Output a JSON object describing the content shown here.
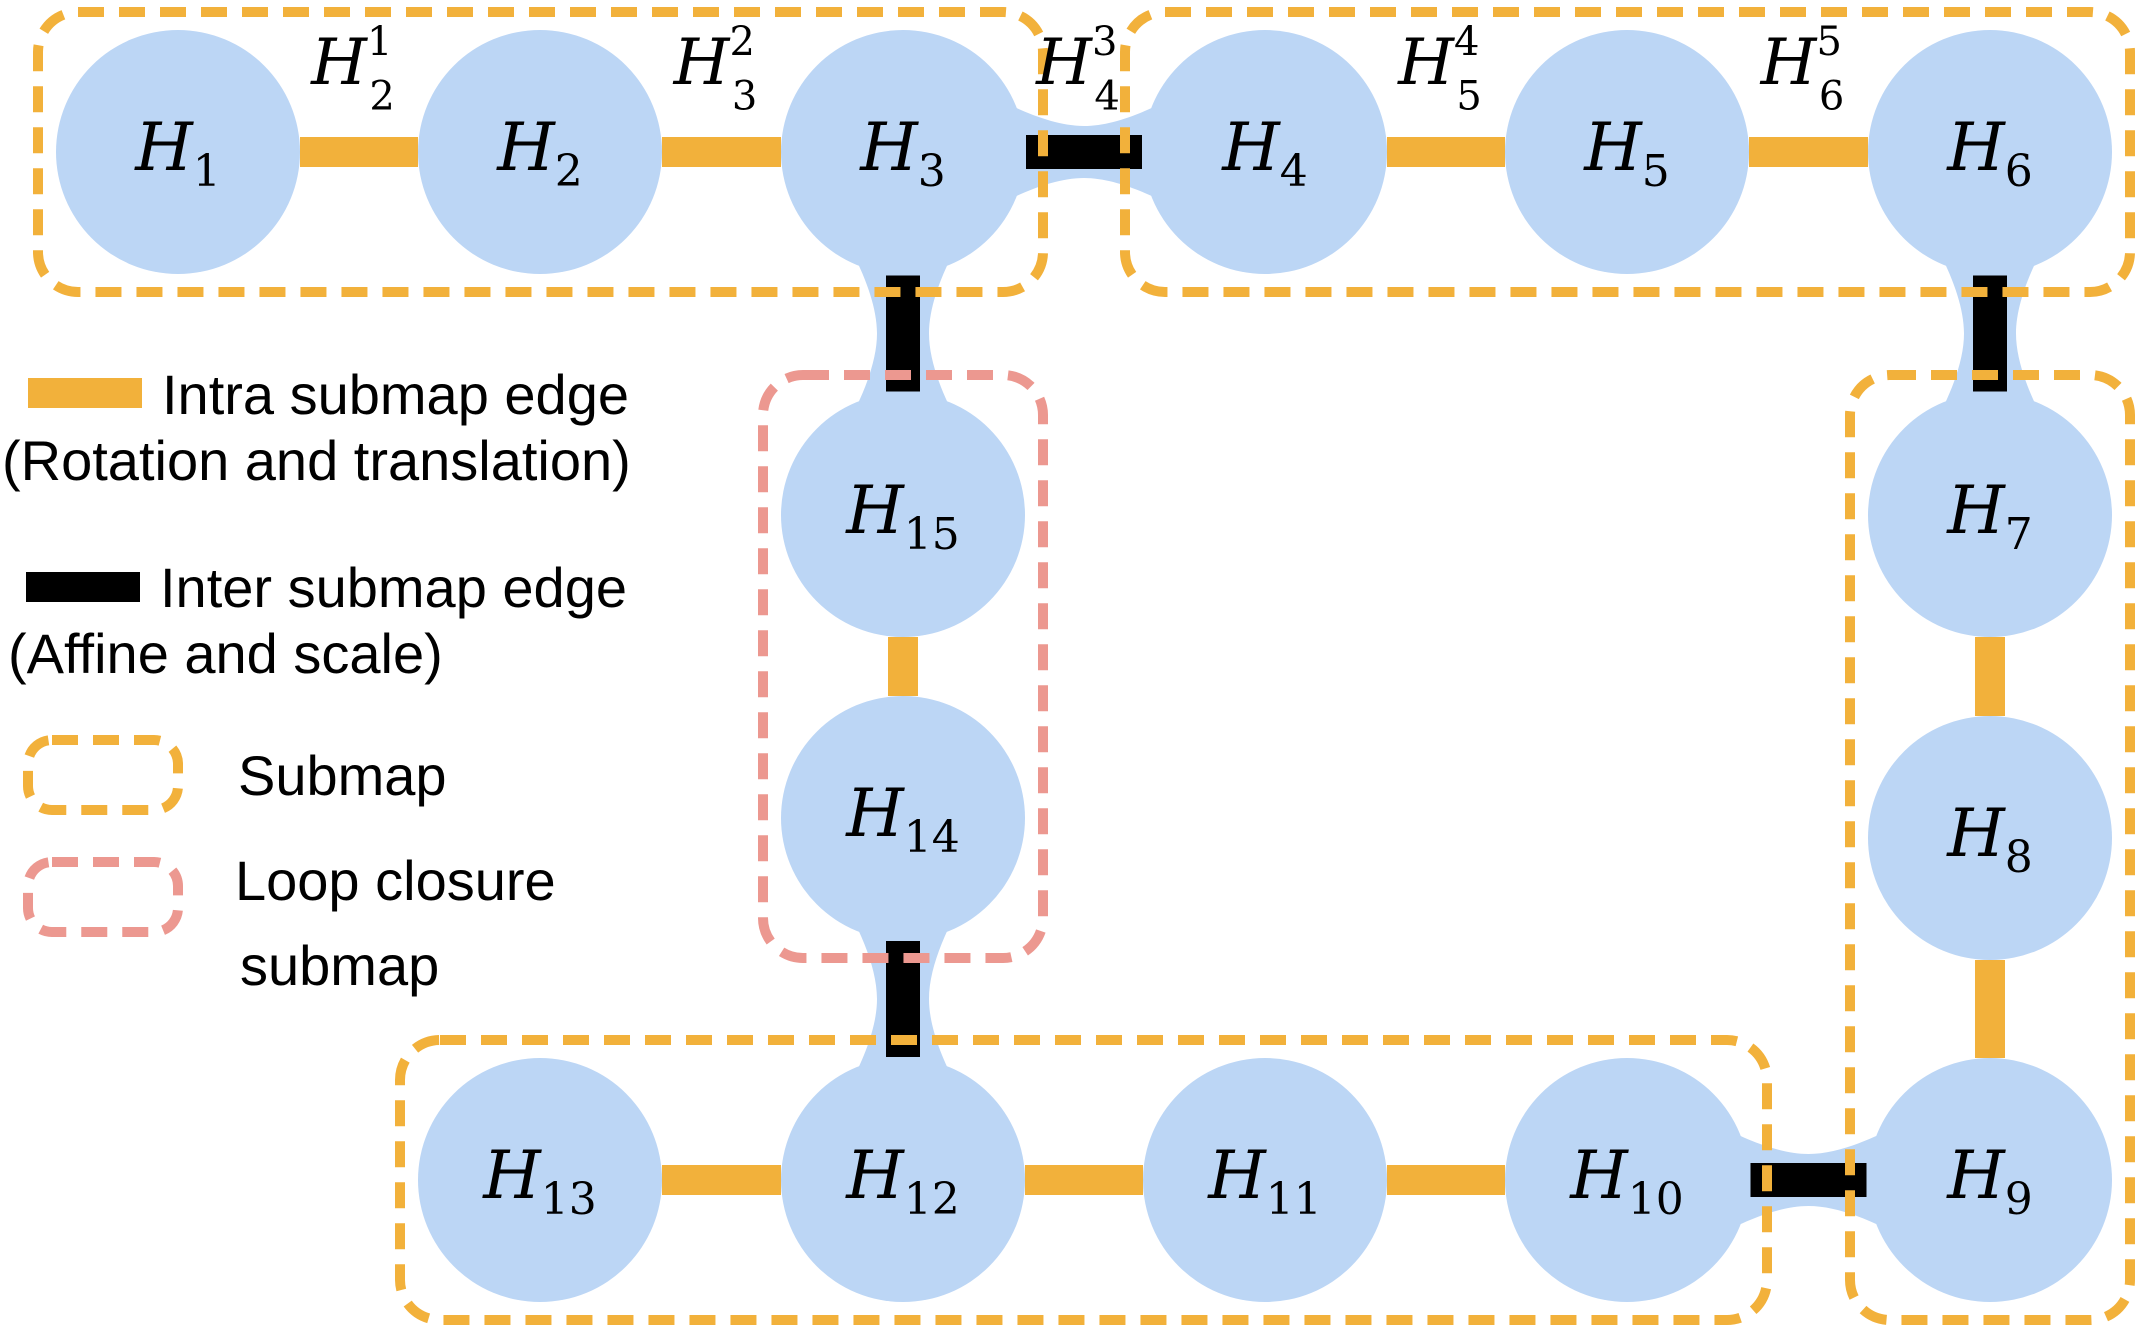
{
  "colors": {
    "node": "#bcd6f5",
    "intra_edge": "#f2b13b",
    "inter_edge": "#000000",
    "submap_border": "#f2b13b",
    "loop_border": "#ec9890"
  },
  "nodes": [
    {
      "id": "H1",
      "base": "H",
      "sub": "1"
    },
    {
      "id": "H2",
      "base": "H",
      "sub": "2"
    },
    {
      "id": "H3",
      "base": "H",
      "sub": "3"
    },
    {
      "id": "H4",
      "base": "H",
      "sub": "4"
    },
    {
      "id": "H5",
      "base": "H",
      "sub": "5"
    },
    {
      "id": "H6",
      "base": "H",
      "sub": "6"
    },
    {
      "id": "H7",
      "base": "H",
      "sub": "7"
    },
    {
      "id": "H8",
      "base": "H",
      "sub": "8"
    },
    {
      "id": "H9",
      "base": "H",
      "sub": "9"
    },
    {
      "id": "H10",
      "base": "H",
      "sub": "10"
    },
    {
      "id": "H11",
      "base": "H",
      "sub": "11"
    },
    {
      "id": "H12",
      "base": "H",
      "sub": "12"
    },
    {
      "id": "H13",
      "base": "H",
      "sub": "13"
    },
    {
      "id": "H14",
      "base": "H",
      "sub": "14"
    },
    {
      "id": "H15",
      "base": "H",
      "sub": "15"
    }
  ],
  "edges": [
    {
      "from": "H1",
      "to": "H2",
      "kind": "intra",
      "label": {
        "base": "H",
        "sub": "2",
        "sup": "1"
      }
    },
    {
      "from": "H2",
      "to": "H3",
      "kind": "intra",
      "label": {
        "base": "H",
        "sub": "3",
        "sup": "2"
      }
    },
    {
      "from": "H3",
      "to": "H4",
      "kind": "inter",
      "label": {
        "base": "H",
        "sub": "4",
        "sup": "3"
      }
    },
    {
      "from": "H4",
      "to": "H5",
      "kind": "intra",
      "label": {
        "base": "H",
        "sub": "5",
        "sup": "4"
      }
    },
    {
      "from": "H5",
      "to": "H6",
      "kind": "intra",
      "label": {
        "base": "H",
        "sub": "6",
        "sup": "5"
      }
    },
    {
      "from": "H6",
      "to": "H7",
      "kind": "inter"
    },
    {
      "from": "H7",
      "to": "H8",
      "kind": "intra"
    },
    {
      "from": "H8",
      "to": "H9",
      "kind": "intra"
    },
    {
      "from": "H9",
      "to": "H10",
      "kind": "inter"
    },
    {
      "from": "H10",
      "to": "H11",
      "kind": "intra"
    },
    {
      "from": "H11",
      "to": "H12",
      "kind": "intra"
    },
    {
      "from": "H12",
      "to": "H13",
      "kind": "intra"
    },
    {
      "from": "H12",
      "to": "H14",
      "kind": "inter"
    },
    {
      "from": "H14",
      "to": "H15",
      "kind": "intra"
    },
    {
      "from": "H15",
      "to": "H3",
      "kind": "inter"
    }
  ],
  "submaps": [
    {
      "nodes": [
        "H1",
        "H2",
        "H3"
      ],
      "kind": "submap"
    },
    {
      "nodes": [
        "H4",
        "H5",
        "H6"
      ],
      "kind": "submap"
    },
    {
      "nodes": [
        "H7",
        "H8",
        "H9"
      ],
      "kind": "submap"
    },
    {
      "nodes": [
        "H10",
        "H11",
        "H12",
        "H13"
      ],
      "kind": "submap"
    },
    {
      "nodes": [
        "H14",
        "H15"
      ],
      "kind": "loop"
    }
  ],
  "legend": {
    "intra_line1": "Intra submap edge",
    "intra_line2": "(Rotation and translation)",
    "inter_line1": "Inter submap edge",
    "inter_line2": "(Affine and scale)",
    "submap": "Submap",
    "loop_line1": "Loop closure",
    "loop_line2": "submap"
  }
}
